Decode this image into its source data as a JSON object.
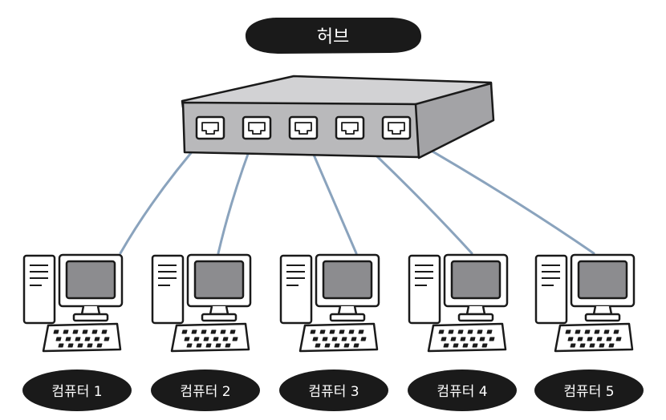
{
  "hub": {
    "label": "허브",
    "port_count": 5
  },
  "computers": [
    {
      "label": "컴퓨터 1"
    },
    {
      "label": "컴퓨터 2"
    },
    {
      "label": "컴퓨터 3"
    },
    {
      "label": "컴퓨터 4"
    },
    {
      "label": "컴퓨터 5"
    }
  ],
  "colors": {
    "cable": "#8aa3bd",
    "hub_front": "#b9b9bb",
    "hub_top": "#d2d2d4",
    "hub_side": "#a3a3a6",
    "screen": "#8c8c8f",
    "outline": "#1a1a1a",
    "pill": "#1a1a1a",
    "pill_text": "#ffffff"
  }
}
